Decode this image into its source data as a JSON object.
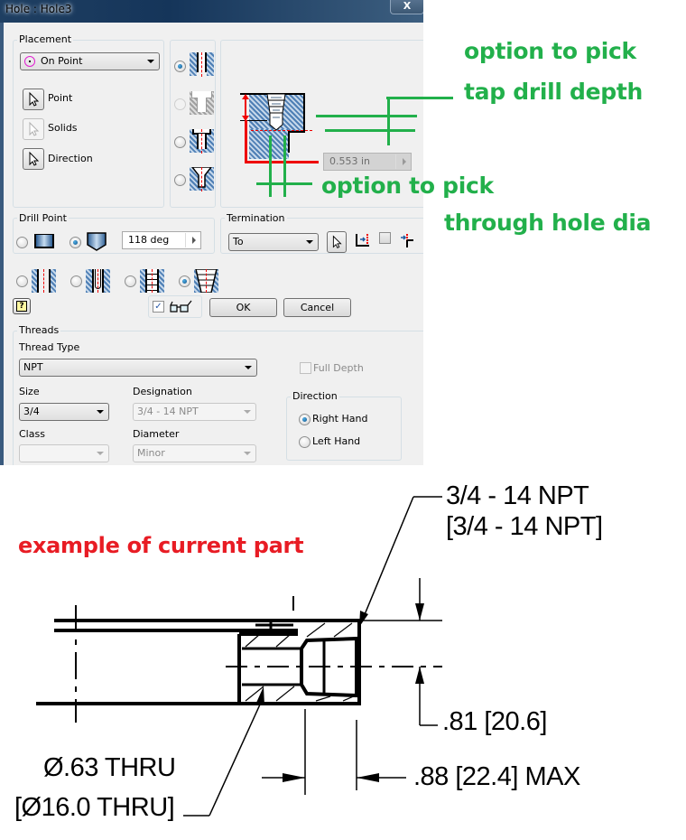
{
  "dialog": {
    "title": "Hole : Hole3",
    "close_label": "X",
    "placement": {
      "group_label": "Placement",
      "method": "On Point",
      "pick_buttons": [
        {
          "label": "Point",
          "enabled": true
        },
        {
          "label": "Solids",
          "enabled": false
        },
        {
          "label": "Direction",
          "enabled": true
        }
      ]
    },
    "hole_types": [
      {
        "name": "simple-drilled",
        "selected": true,
        "enabled": true
      },
      {
        "name": "counterbore",
        "selected": false,
        "enabled": false
      },
      {
        "name": "spotface",
        "selected": false,
        "enabled": true
      },
      {
        "name": "countersink",
        "selected": false,
        "enabled": true
      }
    ],
    "preview": {
      "depth_value": "0.553 in"
    },
    "drill_point": {
      "group_label": "Drill Point",
      "options": [
        {
          "name": "flat",
          "selected": false
        },
        {
          "name": "angle",
          "selected": true
        }
      ],
      "angle": "118 deg"
    },
    "termination": {
      "group_label": "Termination",
      "value": "To",
      "extend_checked": false
    },
    "thread_styles": [
      {
        "name": "simple-hole",
        "selected": false
      },
      {
        "name": "clearance-hole",
        "selected": false
      },
      {
        "name": "tapped-hole",
        "selected": false
      },
      {
        "name": "taper-tapped-hole",
        "selected": true
      }
    ],
    "preview_toggle_checked": true,
    "buttons": {
      "ok": "OK",
      "cancel": "Cancel",
      "help": "?"
    },
    "threads": {
      "group_label": "Threads",
      "thread_type_label": "Thread Type",
      "thread_type": "NPT",
      "full_depth_label": "Full Depth",
      "full_depth_checked": false,
      "size_label": "Size",
      "size": "3/4",
      "designation_label": "Designation",
      "designation": "3/4 - 14 NPT",
      "class_label": "Class",
      "class": "",
      "diameter_label": "Diameter",
      "diameter": "Minor",
      "direction": {
        "group_label": "Direction",
        "options": [
          {
            "label": "Right Hand",
            "selected": true
          },
          {
            "label": "Left Hand",
            "selected": false
          }
        ]
      }
    }
  },
  "annotations": {
    "tap_drill_line1": "option to pick",
    "tap_drill_line2": "tap drill depth",
    "thru_line1": "option to pick",
    "thru_line2": "through hole dia",
    "example_label": "example of current part",
    "colors": {
      "green": "#22b04b",
      "red": "#e81c24"
    }
  },
  "drawing": {
    "thread_callout_line1": "3/4 - 14 NPT",
    "thread_callout_line2": "[3/4 - 14 NPT]",
    "depth_dim": ".81 [20.6]",
    "thru_dia_line1": "Ø.63 THRU",
    "thru_dia_line2": "[Ø16.0 THRU]",
    "max_dim": ".88 [22.4] MAX"
  }
}
